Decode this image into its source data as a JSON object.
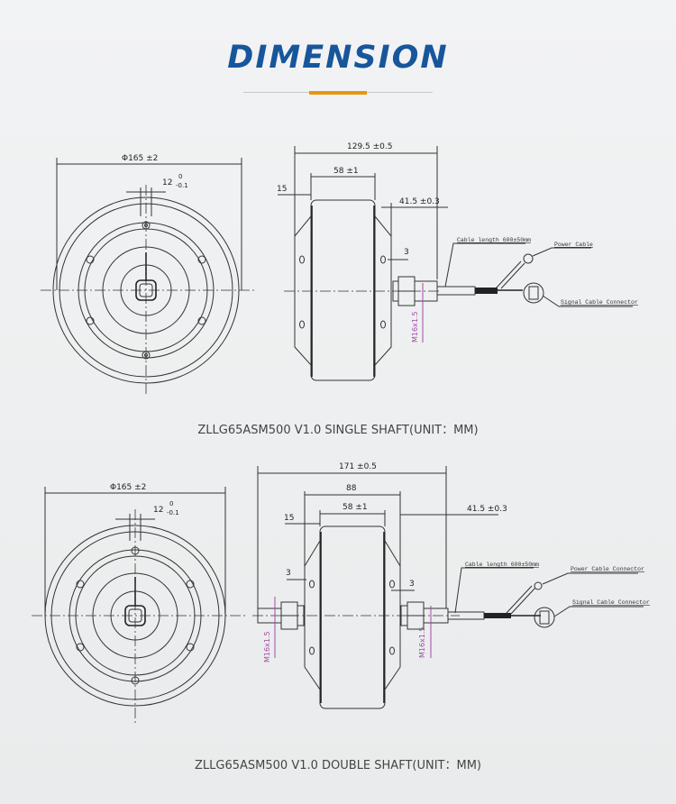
{
  "header": {
    "title": "DIMENSION"
  },
  "drawings": [
    {
      "caption": "ZLLG65ASM500 V1.0 SINGLE SHAFT(UNIT：MM)",
      "front": {
        "diameter": "Φ165 ±2",
        "shaft_flat": "12",
        "tol_upper": "0",
        "tol_lower": "-0.1"
      },
      "side": {
        "overall": "129.5 ±0.5",
        "width": "58 ±1",
        "offset": "15",
        "shaft": "41.5 ±0.3",
        "gap": "3",
        "thread": "M16x1.5",
        "cable_note": "Cable length 600±50mm",
        "power_note": "Power Cable",
        "signal_note": "Signal Cable Connector"
      }
    },
    {
      "caption": "ZLLG65ASM500 V1.0 DOUBLE SHAFT(UNIT：MM)",
      "front": {
        "diameter": "Φ165 ±2",
        "shaft_flat": "12",
        "tol_upper": "0",
        "tol_lower": "-0.1"
      },
      "side": {
        "overall": "171 ±0.5",
        "flange": "88",
        "width": "58 ±1",
        "offset": "15",
        "shaft": "41.5 ±0.3",
        "gap_left": "3",
        "gap_right": "3",
        "thread_left": "M16x1.5",
        "thread_right": "M16x1.5",
        "cable_note": "Cable length 600±50mm",
        "power_note": "Power Cable Connector",
        "signal_note": "Signal Cable Connector"
      }
    }
  ]
}
